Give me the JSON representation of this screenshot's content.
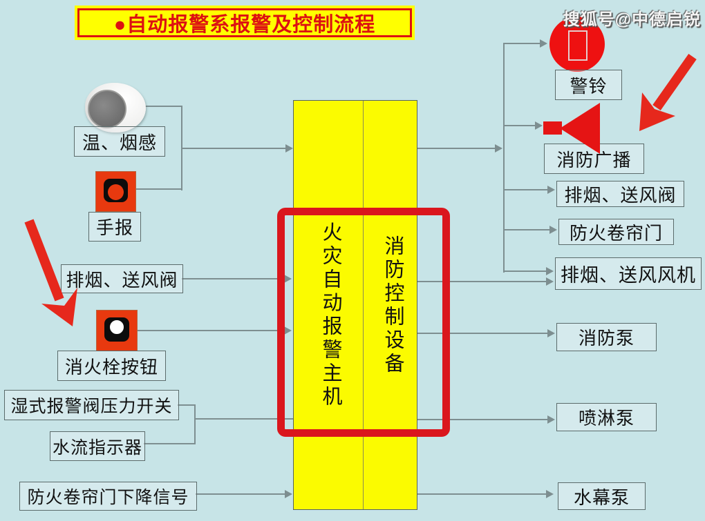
{
  "title": {
    "text": "●自动报警系报警及控制流程"
  },
  "watermark": {
    "text": "搜狐号@中德启锐"
  },
  "main_unit": {
    "left_column": "火灾自动报警主机",
    "right_column": "消防控制设备"
  },
  "inputs": [
    {
      "label": "温、烟感"
    },
    {
      "label": "手报"
    },
    {
      "label": "排烟、送风阀"
    },
    {
      "label": "消火栓按钮"
    },
    {
      "label": "湿式报警阀压力开关"
    },
    {
      "label": "水流指示器"
    },
    {
      "label": "防火卷帘门下降信号"
    }
  ],
  "outputs": [
    {
      "label": "警铃"
    },
    {
      "label": "消防广播"
    },
    {
      "label": "排烟、送风阀"
    },
    {
      "label": "防火卷帘门"
    },
    {
      "label": "排烟、送风风机"
    },
    {
      "label": "消防泵"
    },
    {
      "label": "喷淋泵"
    },
    {
      "label": "水幕泵"
    }
  ],
  "icons": {
    "smoke_detector": "smoke-heat-detector-icon",
    "manual_call_point": "manual-call-point-icon",
    "hydrant_button": "hydrant-button-icon",
    "alarm_bell": "alarm-bell-icon",
    "speaker": "fire-broadcast-speaker-icon",
    "red_arrow": "red-annotation-arrow"
  },
  "colors": {
    "background": "#c7e4e7",
    "panel_yellow": "#fbfb00",
    "accent_red": "#da161d",
    "icon_orange_red": "#e8390f",
    "line_gray": "#7d8e90"
  }
}
